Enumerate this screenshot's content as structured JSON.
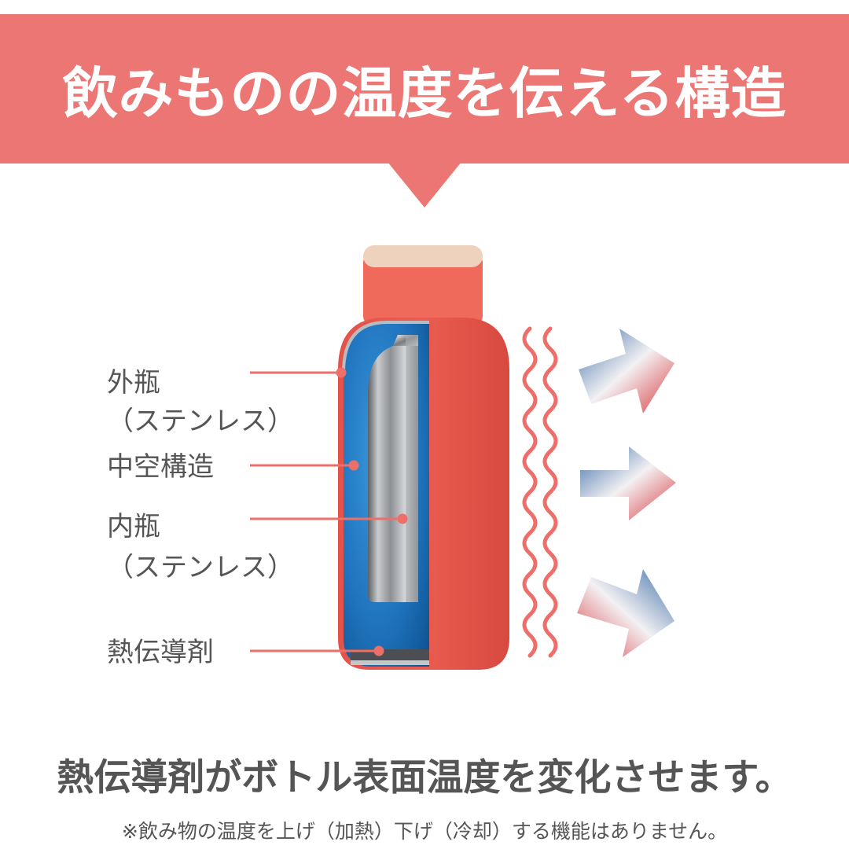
{
  "banner": {
    "title": "飲みものの温度を伝える構造"
  },
  "labels": {
    "outer_bottle_line1": "外瓶",
    "outer_bottle_line2": "（ステンレス）",
    "hollow_structure": "中空構造",
    "inner_bottle_line1": "内瓶",
    "inner_bottle_line2": "（ステンレス）",
    "thermal_paste": "熱伝導剤"
  },
  "caption": "熱伝導剤がボトル表面温度を変化させます。",
  "note": "※飲み物の温度を上げ（加熱）下げ（冷却）する機能はありません。",
  "colors": {
    "banner": "#eb7674",
    "bottle_body": "#e8574a",
    "cap": "#f06a5c",
    "lid": "#efd2bd",
    "insulation": "#2a86cc",
    "leader_line": "#ec6f6a",
    "text": "#555555"
  },
  "icons": [
    "heat-wave-icon",
    "heat-transfer-arrow-icon"
  ]
}
